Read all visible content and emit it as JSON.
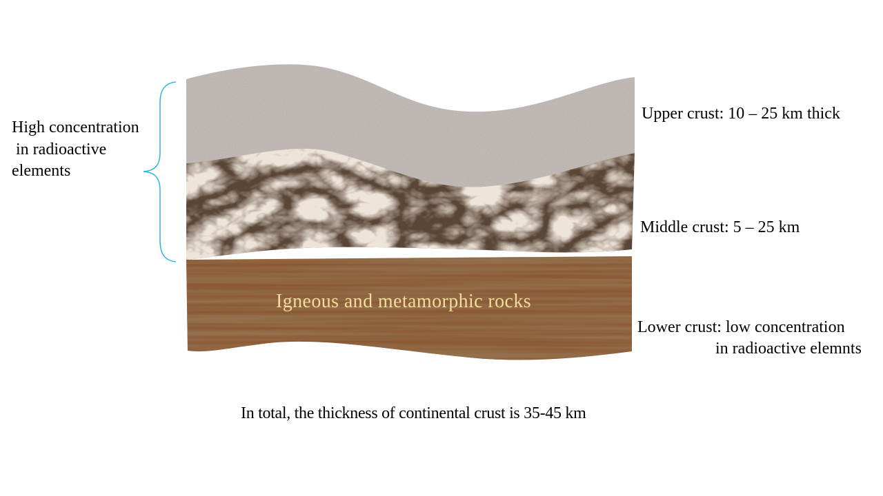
{
  "diagram": {
    "layers": {
      "upper": {
        "label": "Upper crust: 10 – 25 km thick",
        "color": "#c4bcb9"
      },
      "middle": {
        "label": "Middle crust: 5 – 25 km",
        "color": "#5a4637"
      },
      "lower": {
        "label_line1": "Lower crust: low concentration",
        "label_line2": "in radioactive elemnts",
        "inner_text": "Igneous and metamorphic rocks",
        "color": "#8b5a35"
      }
    },
    "bracket": {
      "text_line1": "High concentration",
      "text_line2": " in radioactive",
      "text_line3": "elements",
      "color": "#2cb5e0"
    },
    "footer": "In total, the thickness of continental crust is 35-45 km"
  }
}
